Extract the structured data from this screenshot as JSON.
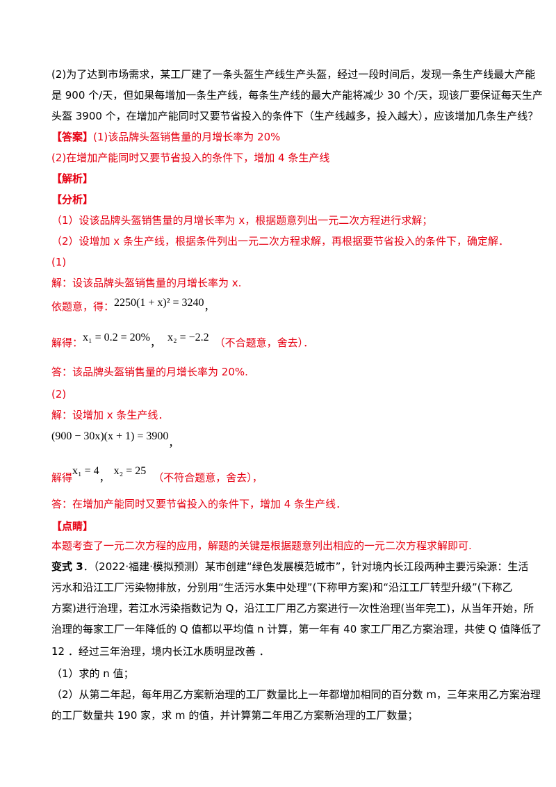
{
  "problem2": {
    "line1": "(2)为了达到市场需求，某工厂建了一条头盔生产线生产头盔，经过一段时间后，发现一条生产线最大产能",
    "line2": "是 900 个/天，但如果每增加一条生产线，每条生产线的最大产能将减少 30 个/天，现该厂要保证每天生产",
    "line3": "头盔 3900 个，在增加产能同时又要节省投入的条件下（生产线越多，投入越大），应该增加几条生产线？"
  },
  "answer": {
    "tag": "【答案】",
    "a1": "(1)该品牌头盔销售量的月增长率为 20%",
    "a2": "(2)在增加产能同时又要节省投入的条件下，增加 4 条生产线"
  },
  "analysis": {
    "jiexi": "【解析】",
    "fenxi": "【分析】",
    "f1": "（1）设该品牌头盔销售量的月增长率为 x，根据题意列出一元二次方程进行求解；",
    "f2": "（2）设增加 x 条生产线，根据条件列出一元二次方程求解，再根据要节省投入的条件下，确定解．"
  },
  "solution1": {
    "num": "(1)",
    "s1": "解：设该品牌头盔销售量的月增长率为 x.",
    "s2_prefix": "依题意，得：",
    "s2_eq": "2250(1 + x)² = 3240",
    "s2_suffix": "，",
    "s3_prefix": "解得：",
    "s3_x1": "x₁ = 0.2 = 20%",
    "s3_sep": "，",
    "s3_x2": "x₂ = −2.2",
    "s3_suffix": "（不合题意，舍去）．",
    "s4": "答：该品牌头盔销售量的月增长率为 20%."
  },
  "solution2": {
    "num": "(2)",
    "s1": "解：设增加 x 条生产线．",
    "s2_eq": "(900 − 30x)(x + 1) = 3900",
    "s2_suffix": "，",
    "s3_prefix": "解得",
    "s3_x1": "x₁ = 4",
    "s3_sep": "，",
    "s3_x2": "x₂ = 25",
    "s3_suffix": "（不符合题意，舍去），",
    "s4": "答：在增加产能同时又要节省投入的条件下，增加 4 条生产线．"
  },
  "dianjing": {
    "tag": "【点睛】",
    "text": "本题考查了一元二次方程的应用，解题的关键是根据题意列出相应的一元二次方程求解即可."
  },
  "variant": {
    "label": "变式 3",
    "line1": "．（2022·福建·模拟预测）某市创建“绿色发展模范城市”，针对境内长江段两种主要污染源：生活",
    "line2": "污水和沿江工厂污染物排放，分别用“生活污水集中处理”(下称甲方案)和“沿江工厂转型升级”(下称乙",
    "line3": "方案)进行治理，若江水污染指数记为 Q，沿江工厂用乙方案进行一次性治理(当年完工)，从当年开始，所",
    "line4": "治理的每家工厂一年降低的 Q 值都以平均值 n 计算，第一年有 40 家工厂用乙方案治理，共使 Q 值降低了",
    "line5": "12 ．经过三年治理，境内长江水质明显改善 ．",
    "q1": "（1）求的 n 值；",
    "q2a": "（2）从第二年起，每年用乙方案新治理的工厂数量比上一年都增加相同的百分数 m，三年来用乙方案治理",
    "q2b": "的工厂数量共 190 家，求 m 的值，并计算第二年用乙方案新治理的工厂数量；"
  }
}
